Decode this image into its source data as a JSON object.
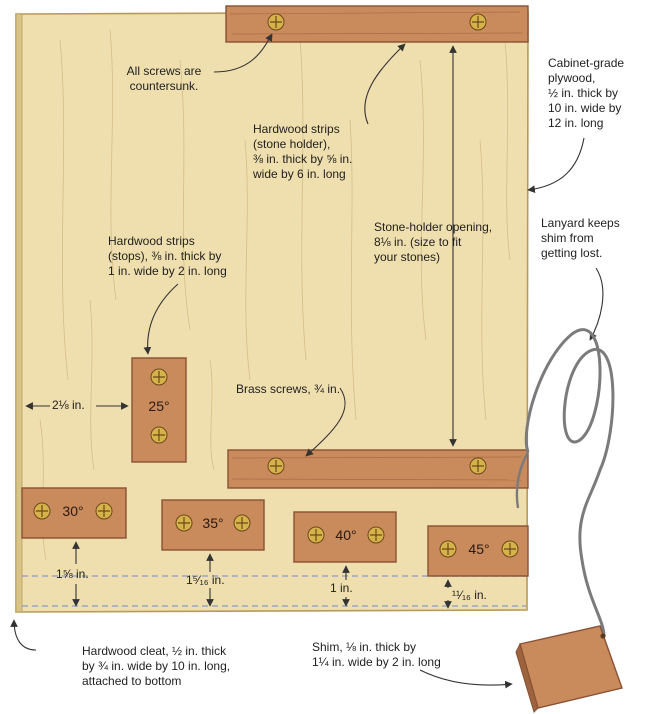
{
  "colors": {
    "plywood": "#efdfae",
    "plywood_edge": "#d9c488",
    "grain": "#c9ae74",
    "hardwood": "#c98a5c",
    "hardwood_dark": "#8a5234",
    "screw": "#d6b24a",
    "guide_line": "#9aa6c8",
    "leader": "#333333"
  },
  "icons": [
    "screw-icon",
    "lanyard-cord",
    "shim-block"
  ],
  "labels": {
    "countersunk": "All screws are\ncountersunk.",
    "plywood": "Cabinet-grade\nplywood,\n½ in. thick by\n10 in. wide by\n12 in. long",
    "stone_holder_strips": "Hardwood strips\n(stone holder),\n⅜ in. thick by ⅝ in.\nwide by 6 in. long",
    "stops_strips": "Hardwood strips\n(stops), ⅜ in. thick by\n1 in. wide by 2 in. long",
    "opening": "Stone-holder opening,\n8⅛ in. (size to fit\nyour stones)",
    "lanyard": "Lanyard keeps\nshim from\ngetting lost.",
    "brass": "Brass screws, ¾ in.",
    "left_offset": "2⅛ in.",
    "cleat": "Hardwood cleat, ½ in. thick\nby ¾ in. wide by 10 in. long,\nattached to bottom",
    "shim": "Shim, ⅛ in. thick by\n1¼ in. wide by 2 in. long"
  },
  "stops": [
    {
      "angle": "25°",
      "height": ""
    },
    {
      "angle": "30°",
      "height": "1⅝ in."
    },
    {
      "angle": "35°",
      "height": "1⁵⁄₁₆ in."
    },
    {
      "angle": "40°",
      "height": "1 in."
    },
    {
      "angle": "45°",
      "height": "¹¹⁄₁₆ in."
    }
  ]
}
